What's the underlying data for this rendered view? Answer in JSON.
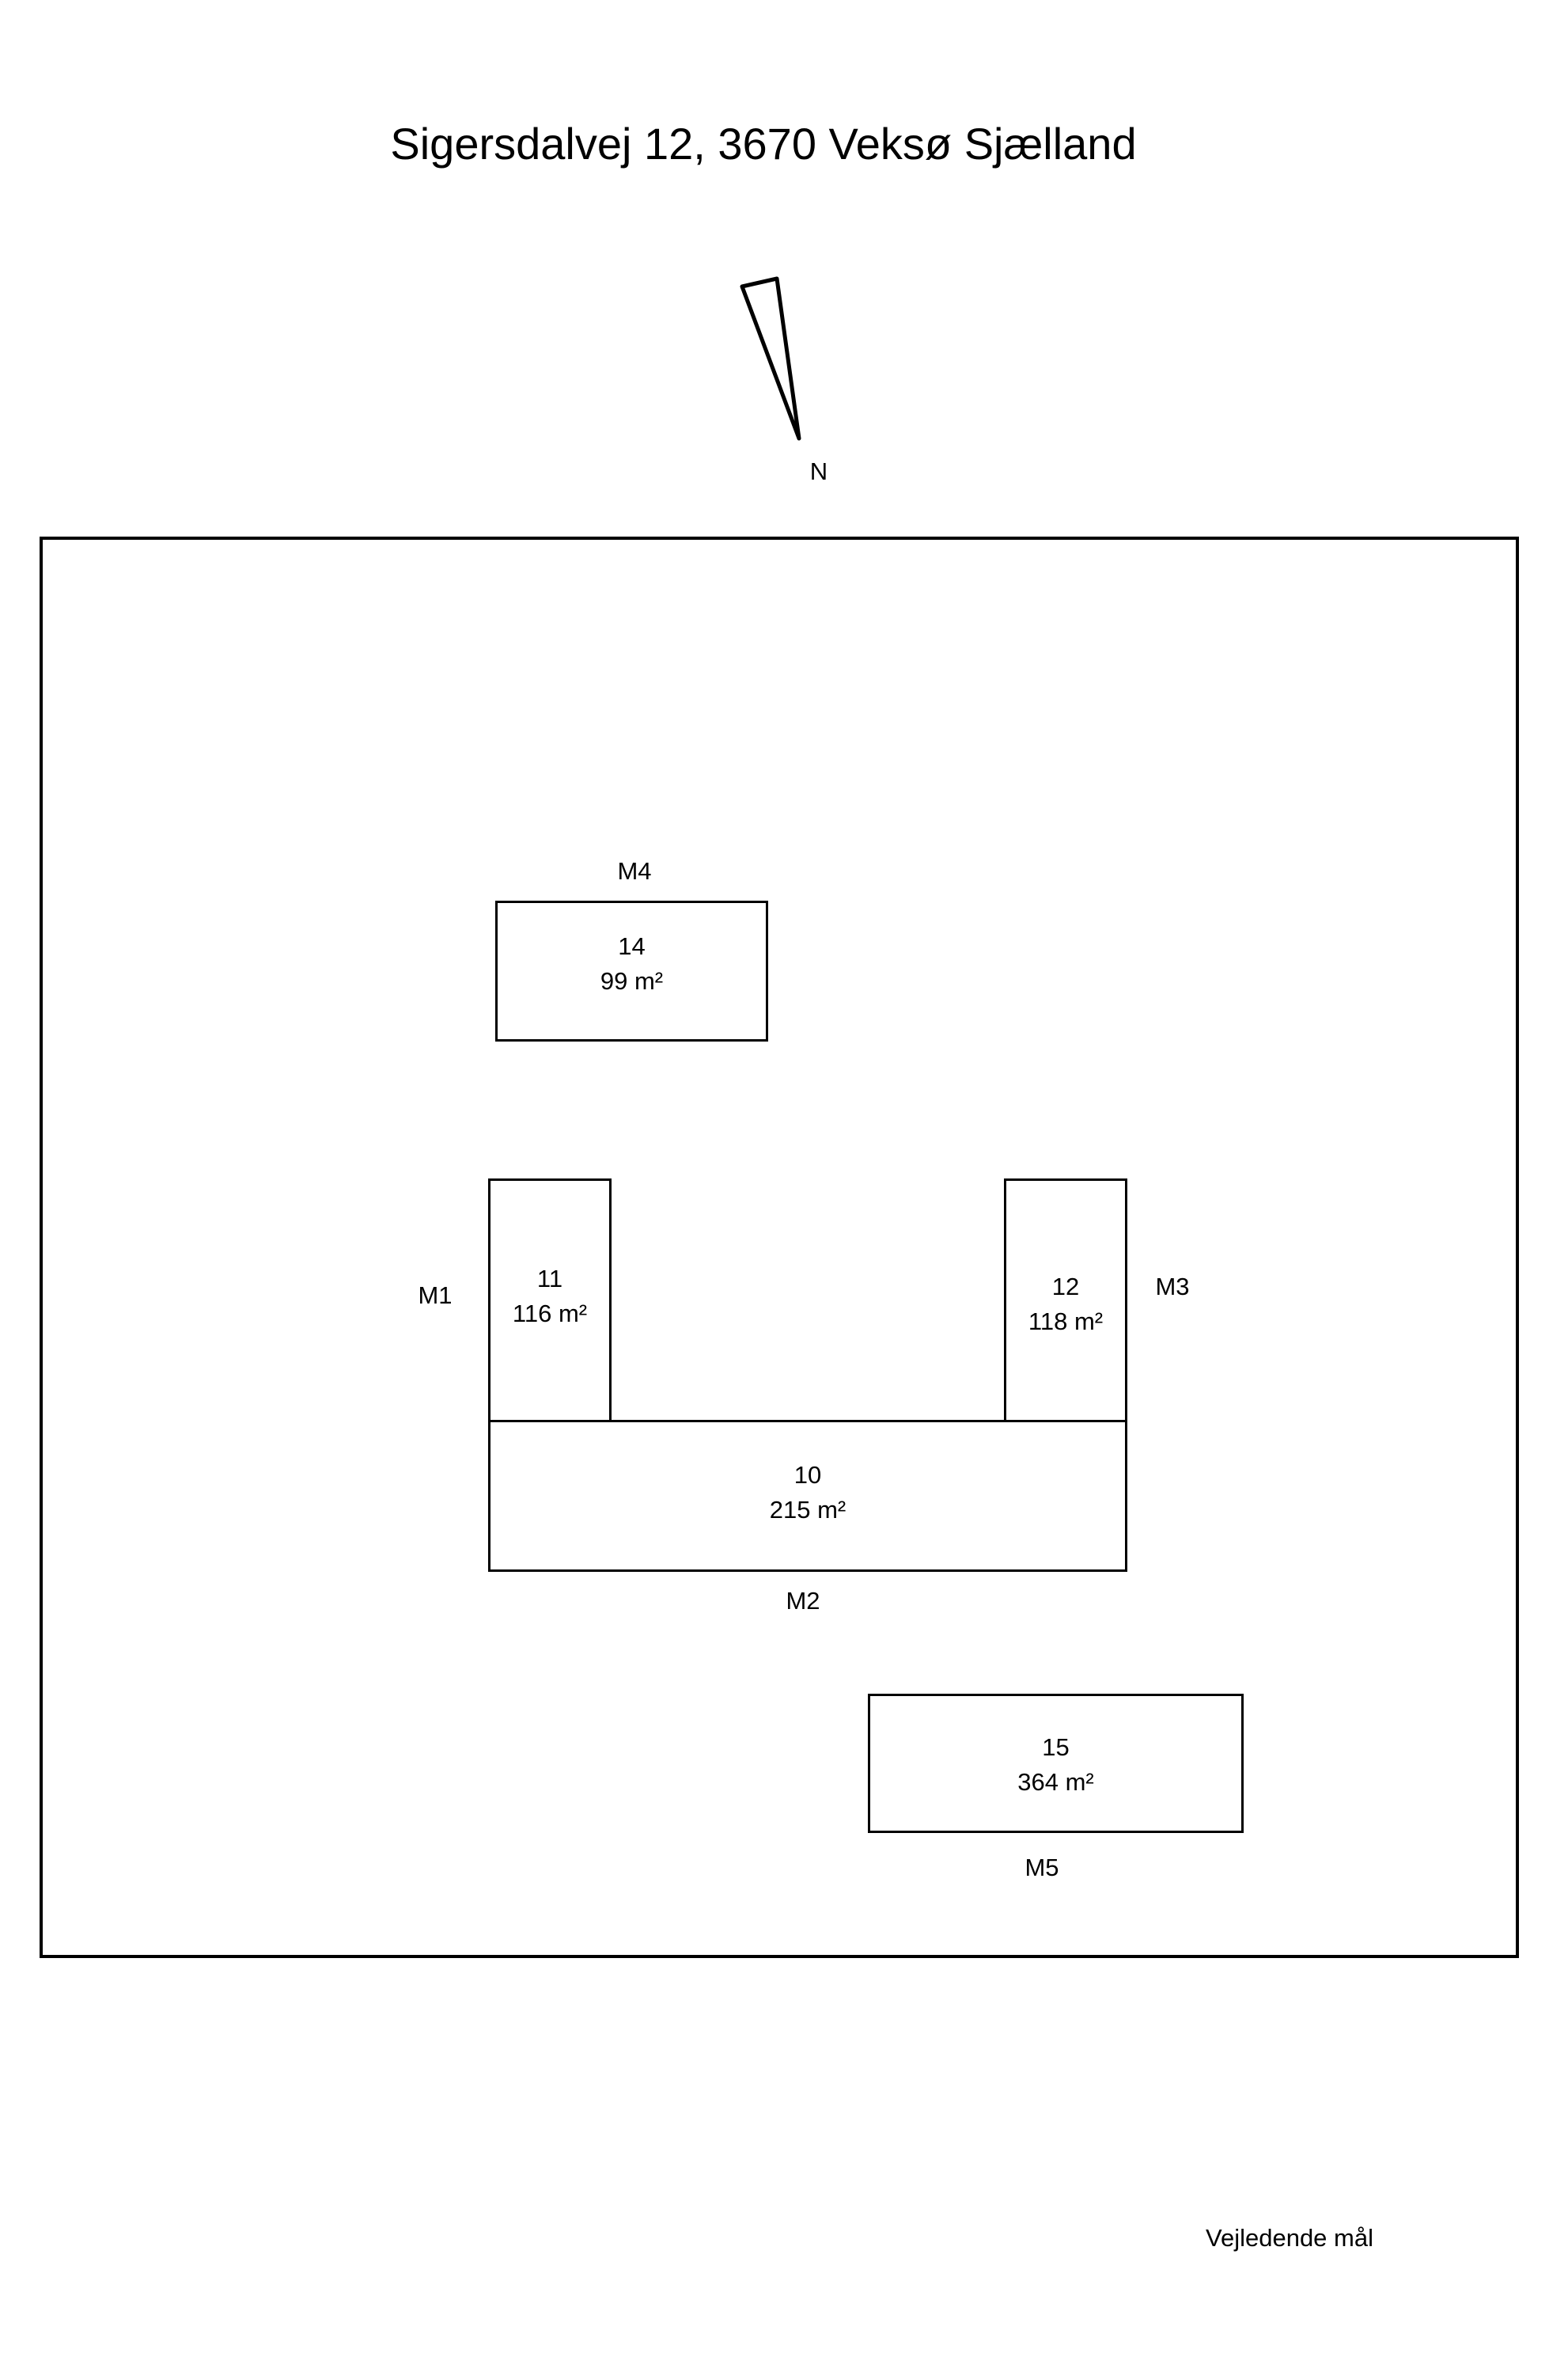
{
  "title": "Sigersdalvej 12, 3670 Veksø Sjælland",
  "north_label": "N",
  "compass_icon": "north-arrow-icon",
  "buildings": [
    {
      "number": "14",
      "area": "99 m²"
    },
    {
      "number": "11",
      "area": "116 m²"
    },
    {
      "number": "12",
      "area": "118 m²"
    },
    {
      "number": "10",
      "area": "215 m²"
    },
    {
      "number": "15",
      "area": "364 m²"
    }
  ],
  "markers": [
    "M4",
    "M1",
    "M3",
    "M2",
    "M5"
  ],
  "footer": "Vejledende mål",
  "colors": {
    "line": "#000000",
    "background": "#ffffff"
  }
}
